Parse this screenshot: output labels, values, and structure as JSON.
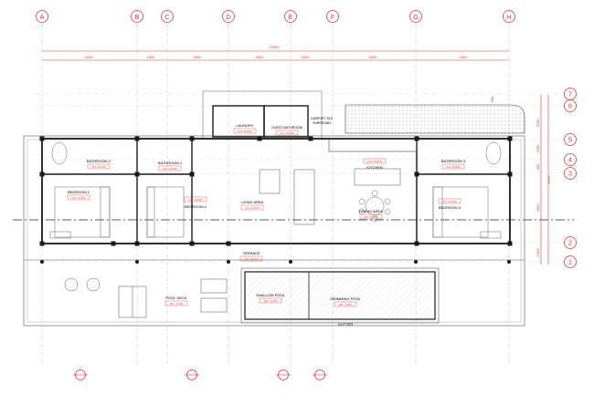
{
  "grid": {
    "columns": [
      "A",
      "B",
      "C",
      "D",
      "E",
      "F",
      "G",
      "H"
    ],
    "rows": [
      "7",
      "6",
      "5",
      "4",
      "3",
      "2",
      "1"
    ]
  },
  "dimensions": {
    "overall": "22500",
    "segments": [
      "4500",
      "1800",
      "3600",
      "3600",
      "2000",
      "4000",
      "4000"
    ],
    "right_segments": [
      "2500",
      "1200",
      "400",
      "3000",
      "1500"
    ],
    "right_total": "8200",
    "small_offset": "600"
  },
  "rooms": [
    {
      "name": "BATHROOM 2",
      "level": "FFL ±0,000"
    },
    {
      "name": "BATHROOM 1",
      "level": "FFL ±0,000"
    },
    {
      "name": "BEDROOM 2",
      "level": "FFL ±0,000"
    },
    {
      "name": "BEDROOM 1",
      "level": "FFL ±0,000"
    },
    {
      "name": "LAUNDRY",
      "level": "FFL ±0,000"
    },
    {
      "name": "GUEST BATHROOM",
      "level": "FFL ±0,000"
    },
    {
      "name": "LIVING AREA",
      "level": "FFL ±0,000"
    },
    {
      "name": "KITCHEN",
      "level": "FFL ±0,000"
    },
    {
      "name": "DINING AREA",
      "level": "FFL ±0,000"
    },
    {
      "name": "BATHROOM 3",
      "level": "FFL ±0,000"
    },
    {
      "name": "BEDROOM 3",
      "level": "FFL ±0,000"
    },
    {
      "name": "TERRACE",
      "level": "FFL ±0,000"
    },
    {
      "name": "POOL DECK",
      "level": "FFL -0,000"
    },
    {
      "name": "SHALLOW POOL",
      "level": "FFL -0,600"
    },
    {
      "name": "SWIMMING POOL",
      "level": "FFL -0,600"
    }
  ],
  "notes": {
    "carport": "CARPORT TILE SURROUND",
    "gutter": "GUTTER"
  },
  "colors": {
    "grid_red": "#e03a3a",
    "wall": "#1a1a1a",
    "line": "#555555"
  }
}
